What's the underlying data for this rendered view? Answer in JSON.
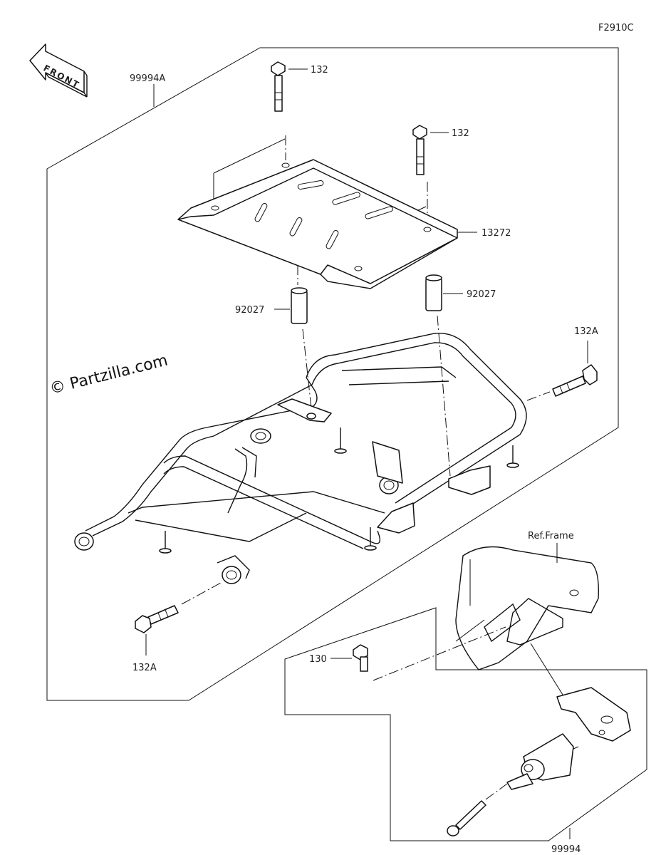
{
  "diagram_code": "F2910C",
  "front_label": "FRONT",
  "watermark": "© Partzilla.com",
  "reference_label": "Ref.Frame",
  "callouts": {
    "kit_main": "99994A",
    "bolt_top_left": "132",
    "bolt_top_right": "132",
    "plate": "13272",
    "collar_left": "92027",
    "collar_right": "92027",
    "bolt_right_side": "132A",
    "bolt_left_side": "132A",
    "bolt_small": "130",
    "kit_bracket": "99994"
  }
}
